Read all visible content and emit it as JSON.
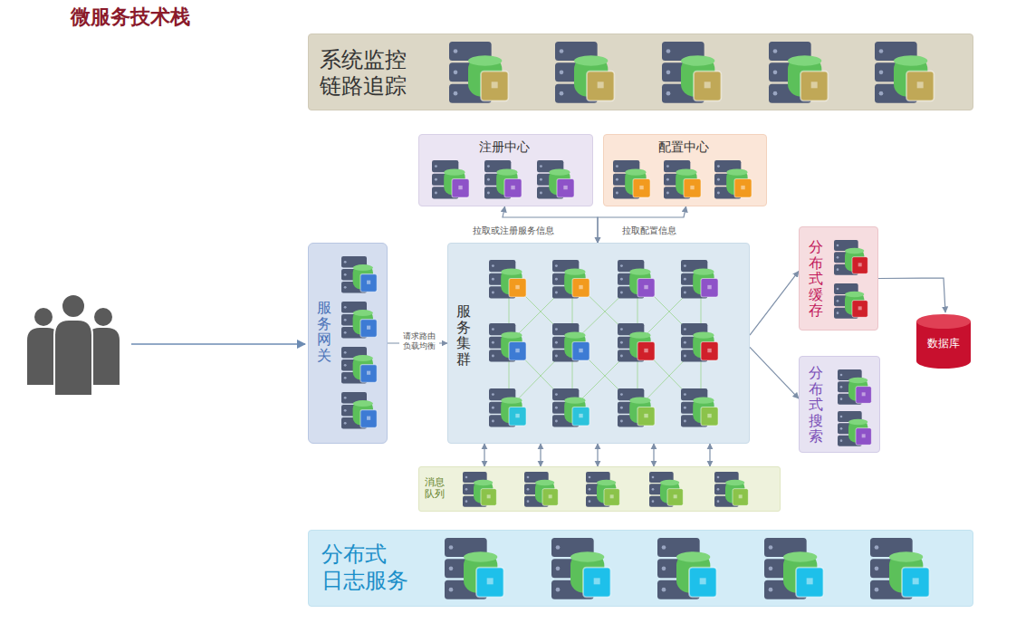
{
  "diagram": {
    "title": "微服务技术栈",
    "nodes": [
      {
        "text": [
          "系统监控 链路追踪"
        ]
      },
      {
        "text": [
          "注册中心"
        ]
      },
      {
        "text": [
          "配置中心"
        ]
      },
      {
        "text": [
          "服务网关"
        ]
      },
      {
        "text": [
          "服务集群"
        ]
      },
      {
        "text": [
          "分布式缓存"
        ]
      },
      {
        "text": [
          "数据库"
        ]
      },
      {
        "text": [
          "分布式搜索"
        ]
      },
      {
        "text": [
          "消息 队列"
        ]
      },
      {
        "text": [
          "分布式 日志服务"
        ]
      }
    ],
    "edges": [
      {
        "from": 3,
        "to": 4,
        "label": "请求路由 负载均衡",
        "arrow": "to"
      },
      {
        "from": 4,
        "to": 1,
        "label": "拉取或注册服务信息",
        "arrow": "both"
      },
      {
        "from": 4,
        "to": 2,
        "label": "拉取配置信息",
        "arrow": "both"
      },
      {
        "from": 4,
        "to": 5,
        "arrow": "to"
      },
      {
        "from": 4,
        "to": 7,
        "arrow": "to"
      },
      {
        "from": 5,
        "to": 6,
        "arrow": "to"
      },
      {
        "from": 4,
        "to": 8,
        "arrow": "both"
      },
      {
        "from": 4,
        "to": 8,
        "arrow": "both"
      },
      {
        "from": 4,
        "to": 8,
        "arrow": "both"
      },
      {
        "from": 4,
        "to": 8,
        "arrow": "both"
      },
      {
        "from": 4,
        "to": 8,
        "arrow": "both"
      }
    ]
  }
}
